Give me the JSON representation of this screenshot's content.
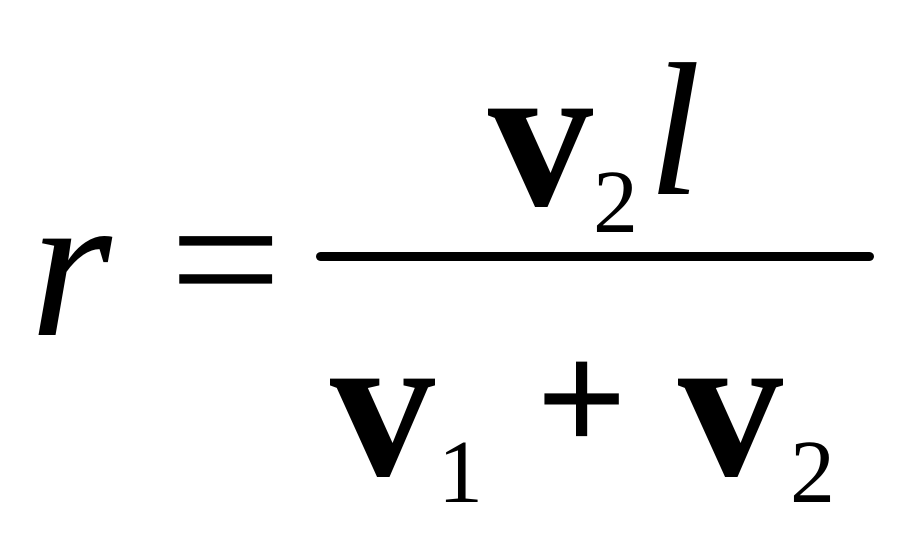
{
  "formula": {
    "lhs": {
      "variable": "r",
      "relation": "="
    },
    "numerator": {
      "v": "v",
      "v_subscript": "2",
      "factor": "l"
    },
    "denominator": {
      "first_v": "v",
      "first_subscript": "1",
      "operator": "+",
      "second_v": "v",
      "second_subscript": "2"
    }
  },
  "colors": {
    "ink": "#000000",
    "background": "#ffffff"
  }
}
